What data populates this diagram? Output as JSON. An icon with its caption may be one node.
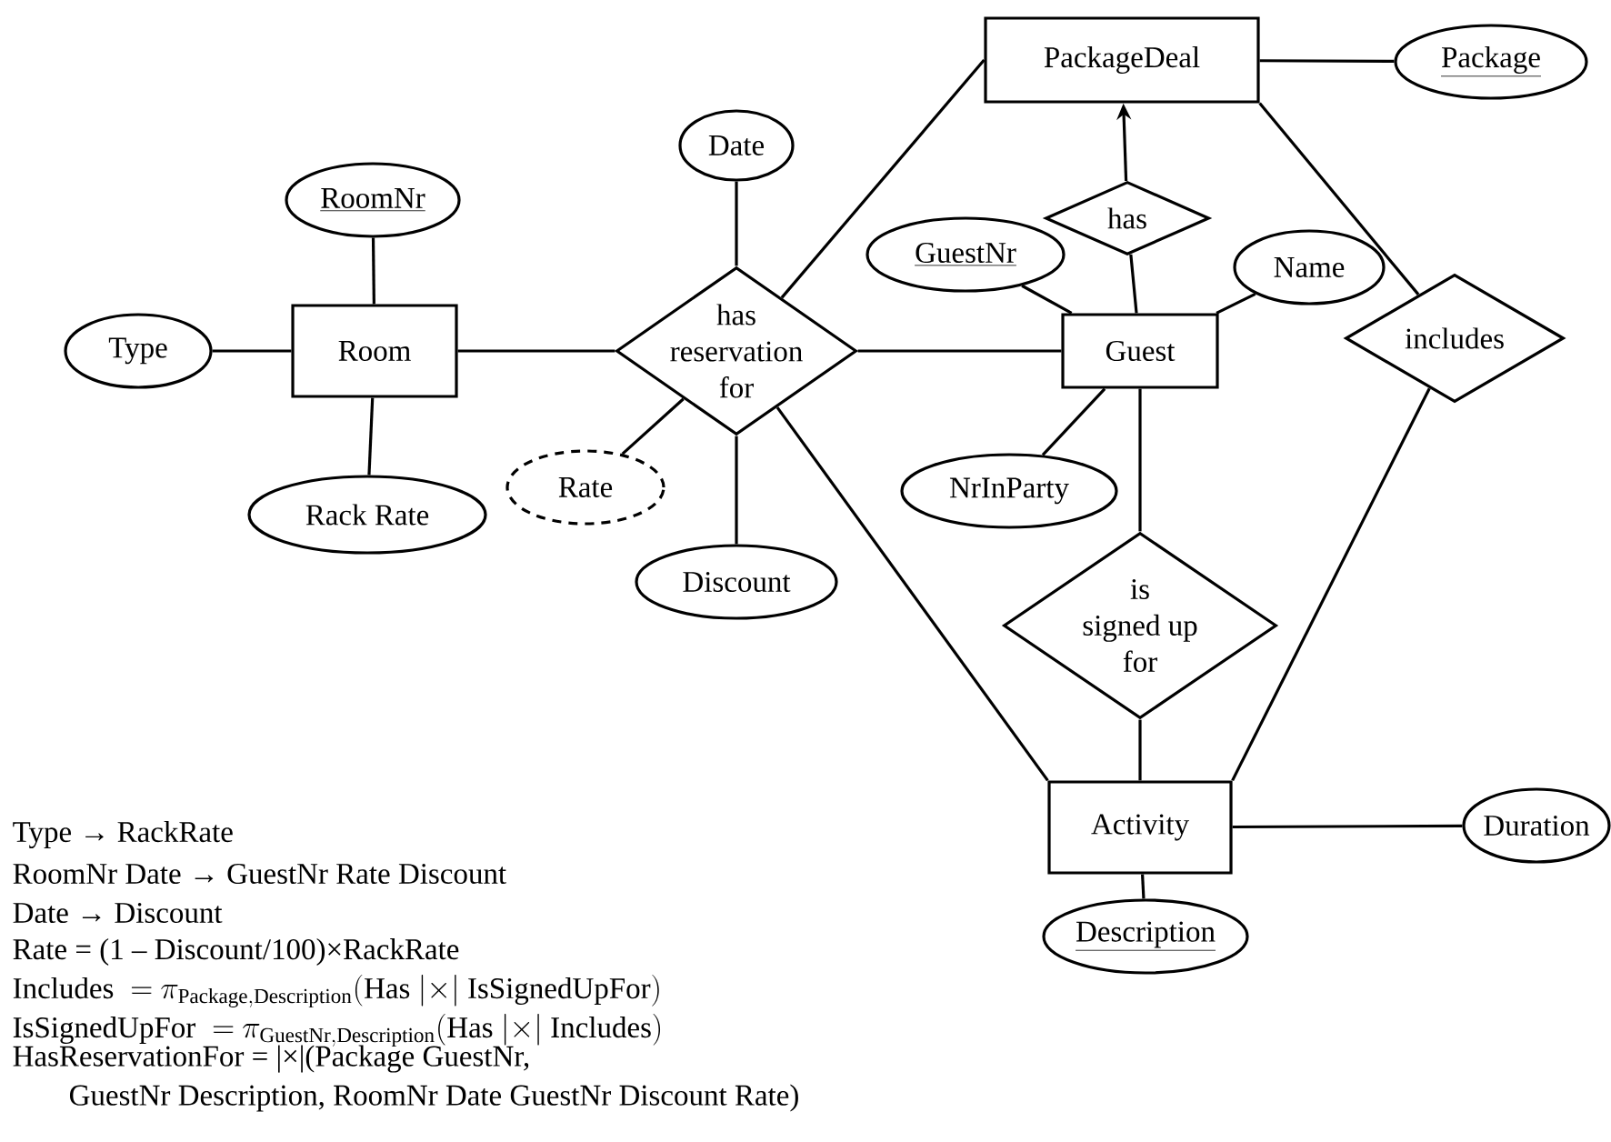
{
  "diagram": {
    "nodes": [
      {
        "text": [
          "PackageDeal"
        ]
      },
      {
        "text": [
          "Package"
        ]
      },
      {
        "text": [
          "Date"
        ]
      },
      {
        "text": [
          "has"
        ]
      },
      {
        "text": [
          "RoomNr"
        ]
      },
      {
        "text": [
          "GuestNr"
        ]
      },
      {
        "text": [
          "Name"
        ]
      },
      {
        "text": [
          "Type"
        ]
      },
      {
        "text": [
          "Room"
        ]
      },
      {
        "text": [
          "has reservation for"
        ]
      },
      {
        "text": [
          "Guest"
        ]
      },
      {
        "text": [
          "includes"
        ]
      },
      {
        "text": [
          "Rate"
        ]
      },
      {
        "text": [
          "Rack Rate"
        ]
      },
      {
        "text": [
          "NrInParty"
        ]
      },
      {
        "text": [
          "Discount"
        ]
      },
      {
        "text": [
          "is signed up for"
        ]
      },
      {
        "text": [
          "Activity"
        ]
      },
      {
        "text": [
          "Duration"
        ]
      },
      {
        "text": [
          "Description"
        ]
      }
    ],
    "edges": [
      {
        "from": 0,
        "to": 1,
        "arrow": "none"
      },
      {
        "from": 3,
        "to": 0,
        "arrow": "to"
      },
      {
        "from": 3,
        "to": 10,
        "arrow": "none"
      },
      {
        "from": 2,
        "to": 9,
        "arrow": "none"
      },
      {
        "from": 4,
        "to": 8,
        "arrow": "none"
      },
      {
        "from": 7,
        "to": 8,
        "arrow": "none"
      },
      {
        "from": 8,
        "to": 9,
        "arrow": "none"
      },
      {
        "from": 9,
        "to": 0,
        "arrow": "none"
      },
      {
        "from": 9,
        "to": 10,
        "arrow": "none"
      },
      {
        "from": 5,
        "to": 10,
        "arrow": "none"
      },
      {
        "from": 6,
        "to": 10,
        "arrow": "none"
      },
      {
        "from": 14,
        "to": 10,
        "arrow": "none"
      },
      {
        "from": 12,
        "to": 9,
        "arrow": "none"
      },
      {
        "from": 13,
        "to": 8,
        "arrow": "none"
      },
      {
        "from": 15,
        "to": 9,
        "arrow": "none"
      },
      {
        "from": 9,
        "to": 17,
        "arrow": "none"
      },
      {
        "from": 10,
        "to": 16,
        "arrow": "none"
      },
      {
        "from": 16,
        "to": 17,
        "arrow": "none"
      },
      {
        "from": 0,
        "to": 11,
        "arrow": "none"
      },
      {
        "from": 11,
        "to": 17,
        "arrow": "none"
      },
      {
        "from": 17,
        "to": 18,
        "arrow": "none"
      },
      {
        "from": 17,
        "to": 19,
        "arrow": "none"
      }
    ],
    "labels": [
      "Type → RackRate",
      "RoomNr Date → GuestNr Rate Discount",
      "Date → Discount",
      "Rate = (1 – Discount/100)×RackRate",
      "\\mathrm{Includes\\ =\\ }\\pi_{\\mathrm{Package,Description}}\\mathrm{(Has\\ |{\\times}|\\ IsSignedUpFor)}",
      "\\mathrm{IsSignedUpFor\\ =\\ }\\pi_{\\mathrm{GuestNr,Description}}\\mathrm{(Has\\ |{\\times}|\\ Includes)}",
      "HasReservationFor = |×|(Package GuestNr, GuestNr Description, RoomNr Date GuestNr Discount Rate)"
    ]
  }
}
